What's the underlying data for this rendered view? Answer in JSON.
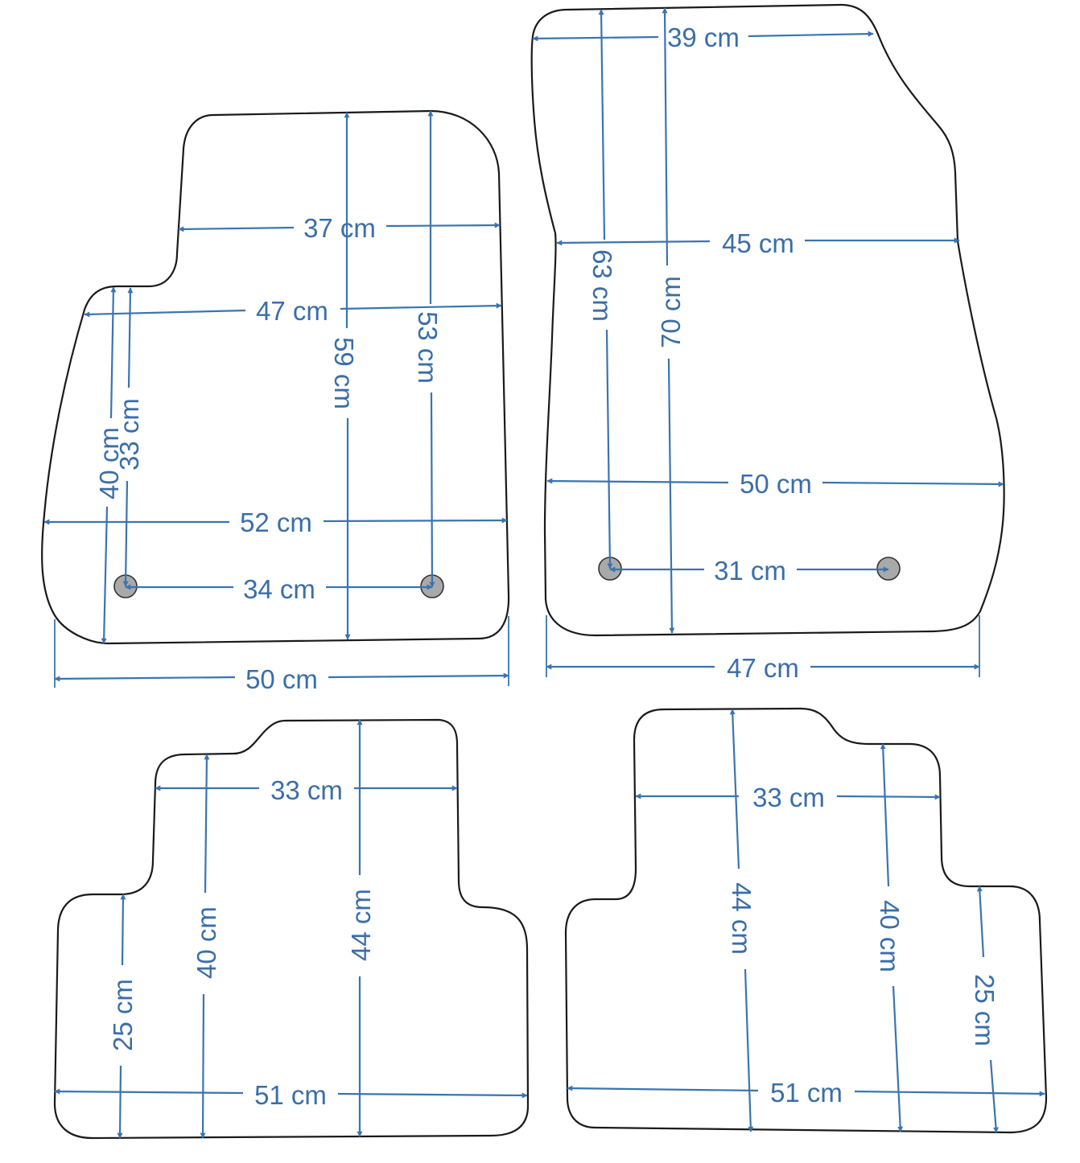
{
  "colors": {
    "outline": "#1a1a1a",
    "dimension": "#3a74b0",
    "label": "#3a6ea8",
    "fixing_hole": "#a9a9a9"
  },
  "front_left_mat": {
    "d_37": "37 cm",
    "d_47": "47 cm",
    "d_52": "52 cm",
    "d_34": "34 cm",
    "d_50": "50 cm",
    "d_59": "59 cm",
    "d_53": "53 cm",
    "d_40": "40 cm",
    "d_33": "33 cm"
  },
  "front_right_mat": {
    "d_39": "39 cm",
    "d_45": "45 cm",
    "d_50": "50 cm",
    "d_31": "31 cm",
    "d_47": "47 cm",
    "d_63": "63 cm",
    "d_70": "70 cm"
  },
  "rear_left_mat": {
    "d_33": "33 cm",
    "d_51": "51 cm",
    "d_25": "25 cm",
    "d_40": "40 cm",
    "d_44": "44 cm"
  },
  "rear_right_mat": {
    "d_33": "33 cm",
    "d_51": "51 cm",
    "d_44": "44 cm",
    "d_40": "40 cm",
    "d_25": "25 cm"
  }
}
